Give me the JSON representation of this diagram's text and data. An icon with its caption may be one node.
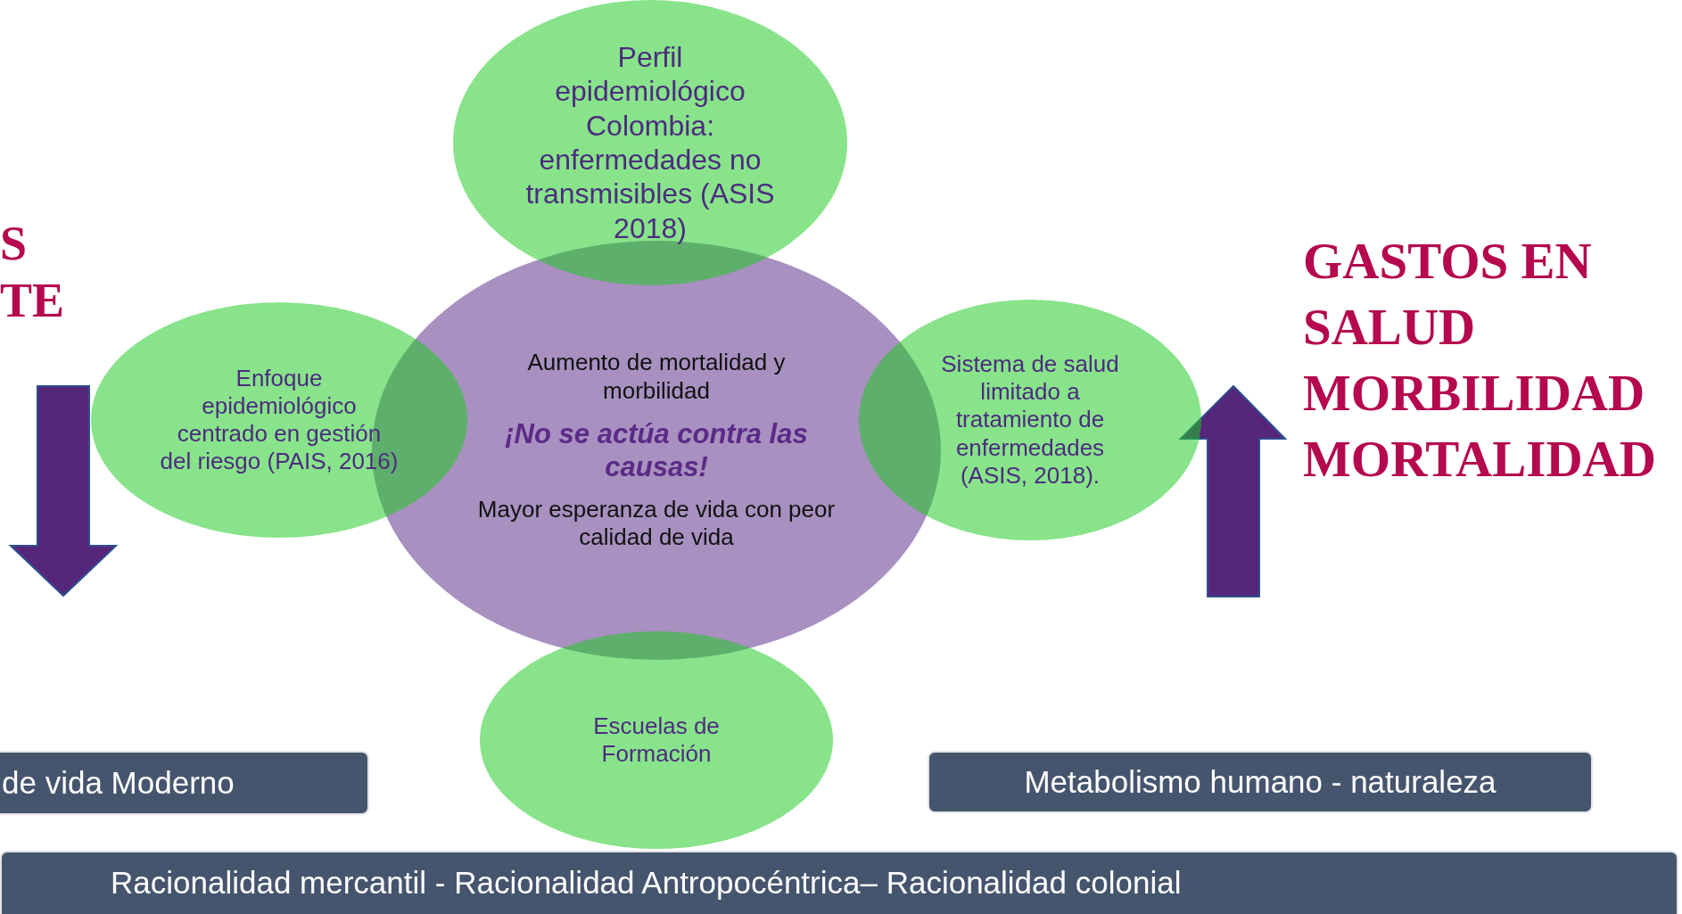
{
  "diagram": {
    "nodes": [
      {
        "text": [
          "Aumento de mortalidad y morbilidad",
          "¡No se actúa contra las causas!",
          "Mayor esperanza de vida con peor calidad de vida"
        ]
      },
      {
        "text": [
          "Perfil epidemiológico Colombia: enfermedades no transmisibles (ASIS 2018)"
        ]
      },
      {
        "text": [
          "Enfoque epidemiológico centrado en gestión del riesgo (PAIS, 2016)"
        ]
      },
      {
        "text": [
          "Sistema de salud limitado a tratamiento de enfermedades (ASIS, 2018)."
        ]
      },
      {
        "text": [
          "Escuelas de Formación"
        ]
      },
      {
        "text": [
          "de vida Moderno"
        ]
      },
      {
        "text": [
          "Metabolismo humano - naturaleza"
        ]
      },
      {
        "text": [
          "Racionalidad mercantil - Racionalidad Antropocéntrica– Racionalidad colonial"
        ]
      }
    ],
    "labels": [
      "S",
      "TE",
      "GASTOS EN SALUD MORBILIDAD MORTALIDAD"
    ]
  }
}
